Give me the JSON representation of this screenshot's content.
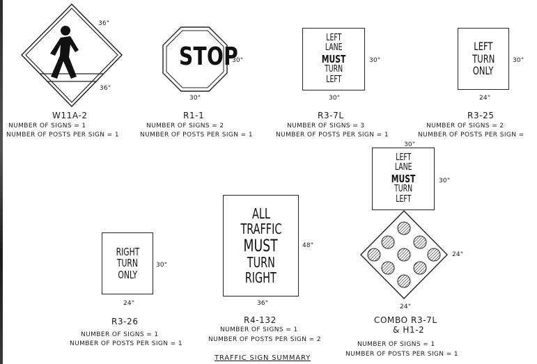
{
  "signs": {
    "w11a2": {
      "code": "W11A-2",
      "count_label": "NUMBER OF SIGNS = 1",
      "posts_label": "NUMBER OF POSTS PER SIGN = 1",
      "dim_top": "36\"",
      "dim_side": "36\""
    },
    "r11": {
      "code": "R1-1",
      "legend": "STOP",
      "count_label": "NUMBER OF SIGNS = 2",
      "posts_label": "NUMBER OF POSTS PER SIGN = 1",
      "dim_side": "30\"",
      "dim_bottom": "30\""
    },
    "r37l": {
      "code": "R3-7L",
      "legend": [
        "LEFT",
        "LANE",
        "MUST",
        "TURN",
        "LEFT"
      ],
      "count_label": "NUMBER OF SIGNS = 3",
      "posts_label": "NUMBER OF POSTS PER SIGN = 1",
      "dim_side": "30\"",
      "dim_bottom": "30\""
    },
    "r325": {
      "code": "R3-25",
      "legend": [
        "LEFT",
        "TURN",
        "ONLY"
      ],
      "count_label": "NUMBER OF SIGNS = 2",
      "posts_label": "NUMBER OF POSTS PER SIGN =",
      "dim_side": "30\"",
      "dim_bottom": "24\""
    },
    "r326": {
      "code": "R3-26",
      "legend": [
        "RIGHT",
        "TURN",
        "ONLY"
      ],
      "count_label": "NUMBER OF SIGNS = 1",
      "posts_label": "NUMBER OF POSTS PER SIGN = 1",
      "dim_side": "30\"",
      "dim_bottom": "24\""
    },
    "r4132": {
      "code": "R4-132",
      "legend": [
        "ALL",
        "TRAFFIC",
        "MUST",
        "TURN",
        "RIGHT"
      ],
      "count_label": "NUMBER OF SIGNS = 1",
      "posts_label": "NUMBER OF POSTS PER SIGN = 2",
      "dim_side": "48\"",
      "dim_bottom": "36\""
    },
    "combo": {
      "code_line1": "COMBO R3-7L",
      "code_line2": "& H1-2",
      "legend": [
        "LEFT",
        "LANE",
        "MUST",
        "TURN",
        "LEFT"
      ],
      "count_label": "NUMBER OF SIGNS = 1",
      "posts_label": "NUMBER OF POSTS PER SIGN = 1",
      "dim_top": "30\"",
      "dim_side_top": "30\"",
      "dim_side_diamond": "24\"",
      "dim_bottom_diamond": "24\""
    }
  },
  "summary_title": "TRAFFIC SIGN SUMMARY"
}
